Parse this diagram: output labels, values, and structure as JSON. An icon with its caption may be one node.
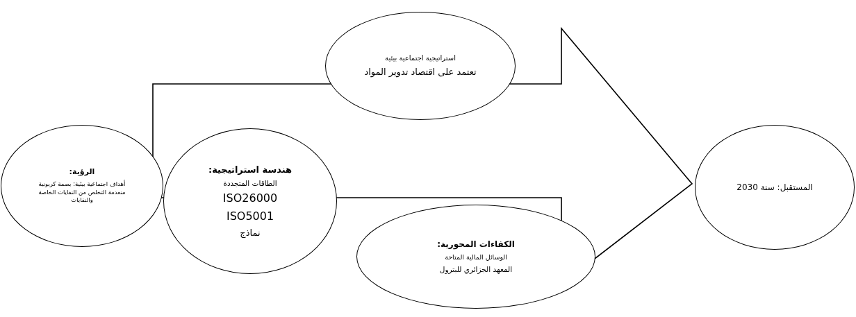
{
  "diagram": {
    "nodes": [
      {
        "text": [
          "الرؤية:",
          "أهداف اجتماعية بيئية: بصمة كربونية منعدمة التخلص من النفايات الخاصة والنفايات"
        ]
      },
      {
        "text": [
          "استراتيجية اجتماعية بيئية",
          "تعتمد على اقتصاد تدوير المواد"
        ]
      },
      {
        "text": [
          "هندسة استراتيجية:",
          "الطاقات المتجددة",
          "ISO26000",
          "ISO5001",
          "نماذج"
        ]
      },
      {
        "text": [
          "الكفاءات المحورية:",
          "الوسائل المالية المتاحة",
          "المعهد الجزائري للبترول"
        ]
      },
      {
        "text": [
          "المستقبل: سنة 2030"
        ]
      }
    ],
    "edges": [
      {
        "from": 0,
        "to": 4,
        "arrow": "to"
      }
    ]
  }
}
